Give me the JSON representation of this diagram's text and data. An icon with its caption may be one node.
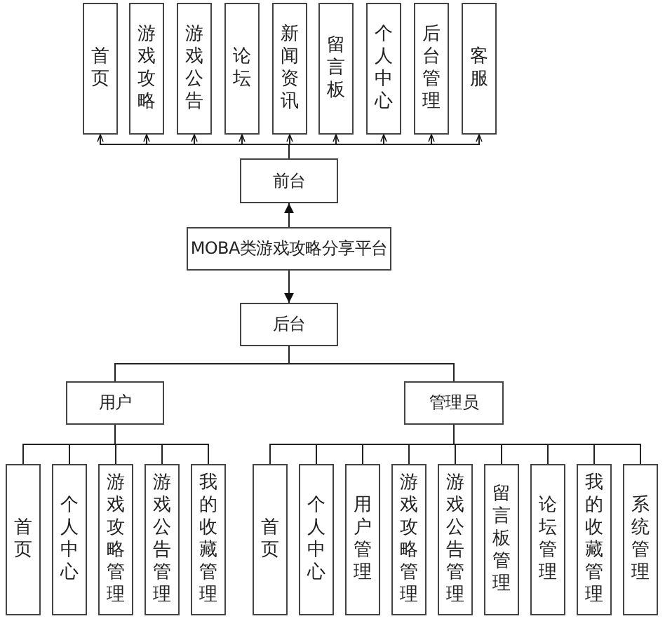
{
  "diagram": {
    "nodes": [
      {
        "text": [
          "MOBA类游戏攻略分享平台"
        ]
      },
      {
        "text": [
          "前台"
        ]
      },
      {
        "text": [
          "首页"
        ]
      },
      {
        "text": [
          "游戏攻略"
        ]
      },
      {
        "text": [
          "游戏公告"
        ]
      },
      {
        "text": [
          "论坛"
        ]
      },
      {
        "text": [
          "新闻资讯"
        ]
      },
      {
        "text": [
          "留言板"
        ]
      },
      {
        "text": [
          "个人中心"
        ]
      },
      {
        "text": [
          "后台管理"
        ]
      },
      {
        "text": [
          "客服"
        ]
      },
      {
        "text": [
          "后台"
        ]
      },
      {
        "text": [
          "用户"
        ]
      },
      {
        "text": [
          "管理员"
        ]
      },
      {
        "text": [
          "首页"
        ]
      },
      {
        "text": [
          "个人中心"
        ]
      },
      {
        "text": [
          "游戏攻略管理"
        ]
      },
      {
        "text": [
          "游戏公告管理"
        ]
      },
      {
        "text": [
          "我的收藏管理"
        ]
      },
      {
        "text": [
          "首页"
        ]
      },
      {
        "text": [
          "个人中心"
        ]
      },
      {
        "text": [
          "用户管理"
        ]
      },
      {
        "text": [
          "游戏攻略管理"
        ]
      },
      {
        "text": [
          "游戏公告管理"
        ]
      },
      {
        "text": [
          "留言板管理"
        ]
      },
      {
        "text": [
          "论坛管理"
        ]
      },
      {
        "text": [
          "我的收藏管理"
        ]
      },
      {
        "text": [
          "系统管理"
        ]
      }
    ],
    "edges": [
      {
        "from": 0,
        "to": 1,
        "arrow": "to"
      },
      {
        "from": 1,
        "to": 2,
        "arrow": "to"
      },
      {
        "from": 1,
        "to": 3,
        "arrow": "to"
      },
      {
        "from": 1,
        "to": 4,
        "arrow": "to"
      },
      {
        "from": 1,
        "to": 5,
        "arrow": "to"
      },
      {
        "from": 1,
        "to": 6,
        "arrow": "to"
      },
      {
        "from": 1,
        "to": 7,
        "arrow": "to"
      },
      {
        "from": 1,
        "to": 8,
        "arrow": "to"
      },
      {
        "from": 1,
        "to": 9,
        "arrow": "to"
      },
      {
        "from": 1,
        "to": 10,
        "arrow": "to"
      },
      {
        "from": 0,
        "to": 11,
        "arrow": "to"
      },
      {
        "from": 11,
        "to": 12,
        "arrow": "none"
      },
      {
        "from": 11,
        "to": 13,
        "arrow": "none"
      },
      {
        "from": 12,
        "to": 14,
        "arrow": "none"
      },
      {
        "from": 12,
        "to": 15,
        "arrow": "none"
      },
      {
        "from": 12,
        "to": 16,
        "arrow": "none"
      },
      {
        "from": 12,
        "to": 17,
        "arrow": "none"
      },
      {
        "from": 12,
        "to": 18,
        "arrow": "none"
      },
      {
        "from": 13,
        "to": 19,
        "arrow": "none"
      },
      {
        "from": 13,
        "to": 20,
        "arrow": "none"
      },
      {
        "from": 13,
        "to": 21,
        "arrow": "none"
      },
      {
        "from": 13,
        "to": 22,
        "arrow": "none"
      },
      {
        "from": 13,
        "to": 23,
        "arrow": "none"
      },
      {
        "from": 13,
        "to": 24,
        "arrow": "none"
      },
      {
        "from": 13,
        "to": 25,
        "arrow": "none"
      },
      {
        "from": 13,
        "to": 26,
        "arrow": "none"
      },
      {
        "from": 13,
        "to": 27,
        "arrow": "none"
      }
    ]
  }
}
